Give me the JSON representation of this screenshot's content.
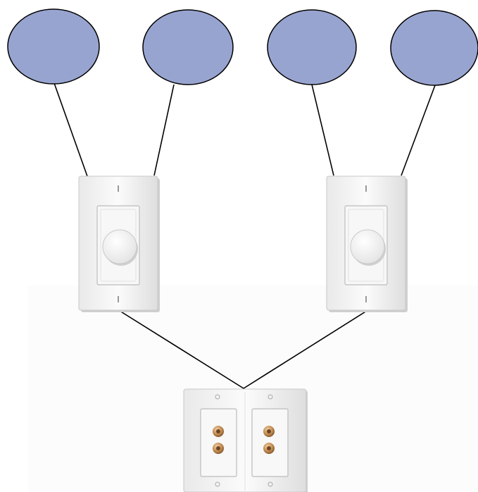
{
  "diagram": {
    "speakers": [
      {
        "id": "speaker-1"
      },
      {
        "id": "speaker-2"
      },
      {
        "id": "speaker-3"
      },
      {
        "id": "speaker-4"
      }
    ],
    "volume_controls": [
      {
        "id": "volume-control-left",
        "icon": "volume-knob-wall-plate"
      },
      {
        "id": "volume-control-right",
        "icon": "volume-knob-wall-plate"
      }
    ],
    "connection_plate": {
      "id": "speaker-wall-plate",
      "icon": "binding-post-wall-plate",
      "gangs": 2,
      "posts_per_gang": 2
    },
    "colors": {
      "speaker_fill": "#98a4d0",
      "speaker_stroke": "#000000",
      "wire": "#000000",
      "plate": "#f4f4f4",
      "plate_shadow": "#d8d8d8",
      "binding_post": "#c89a60"
    }
  }
}
